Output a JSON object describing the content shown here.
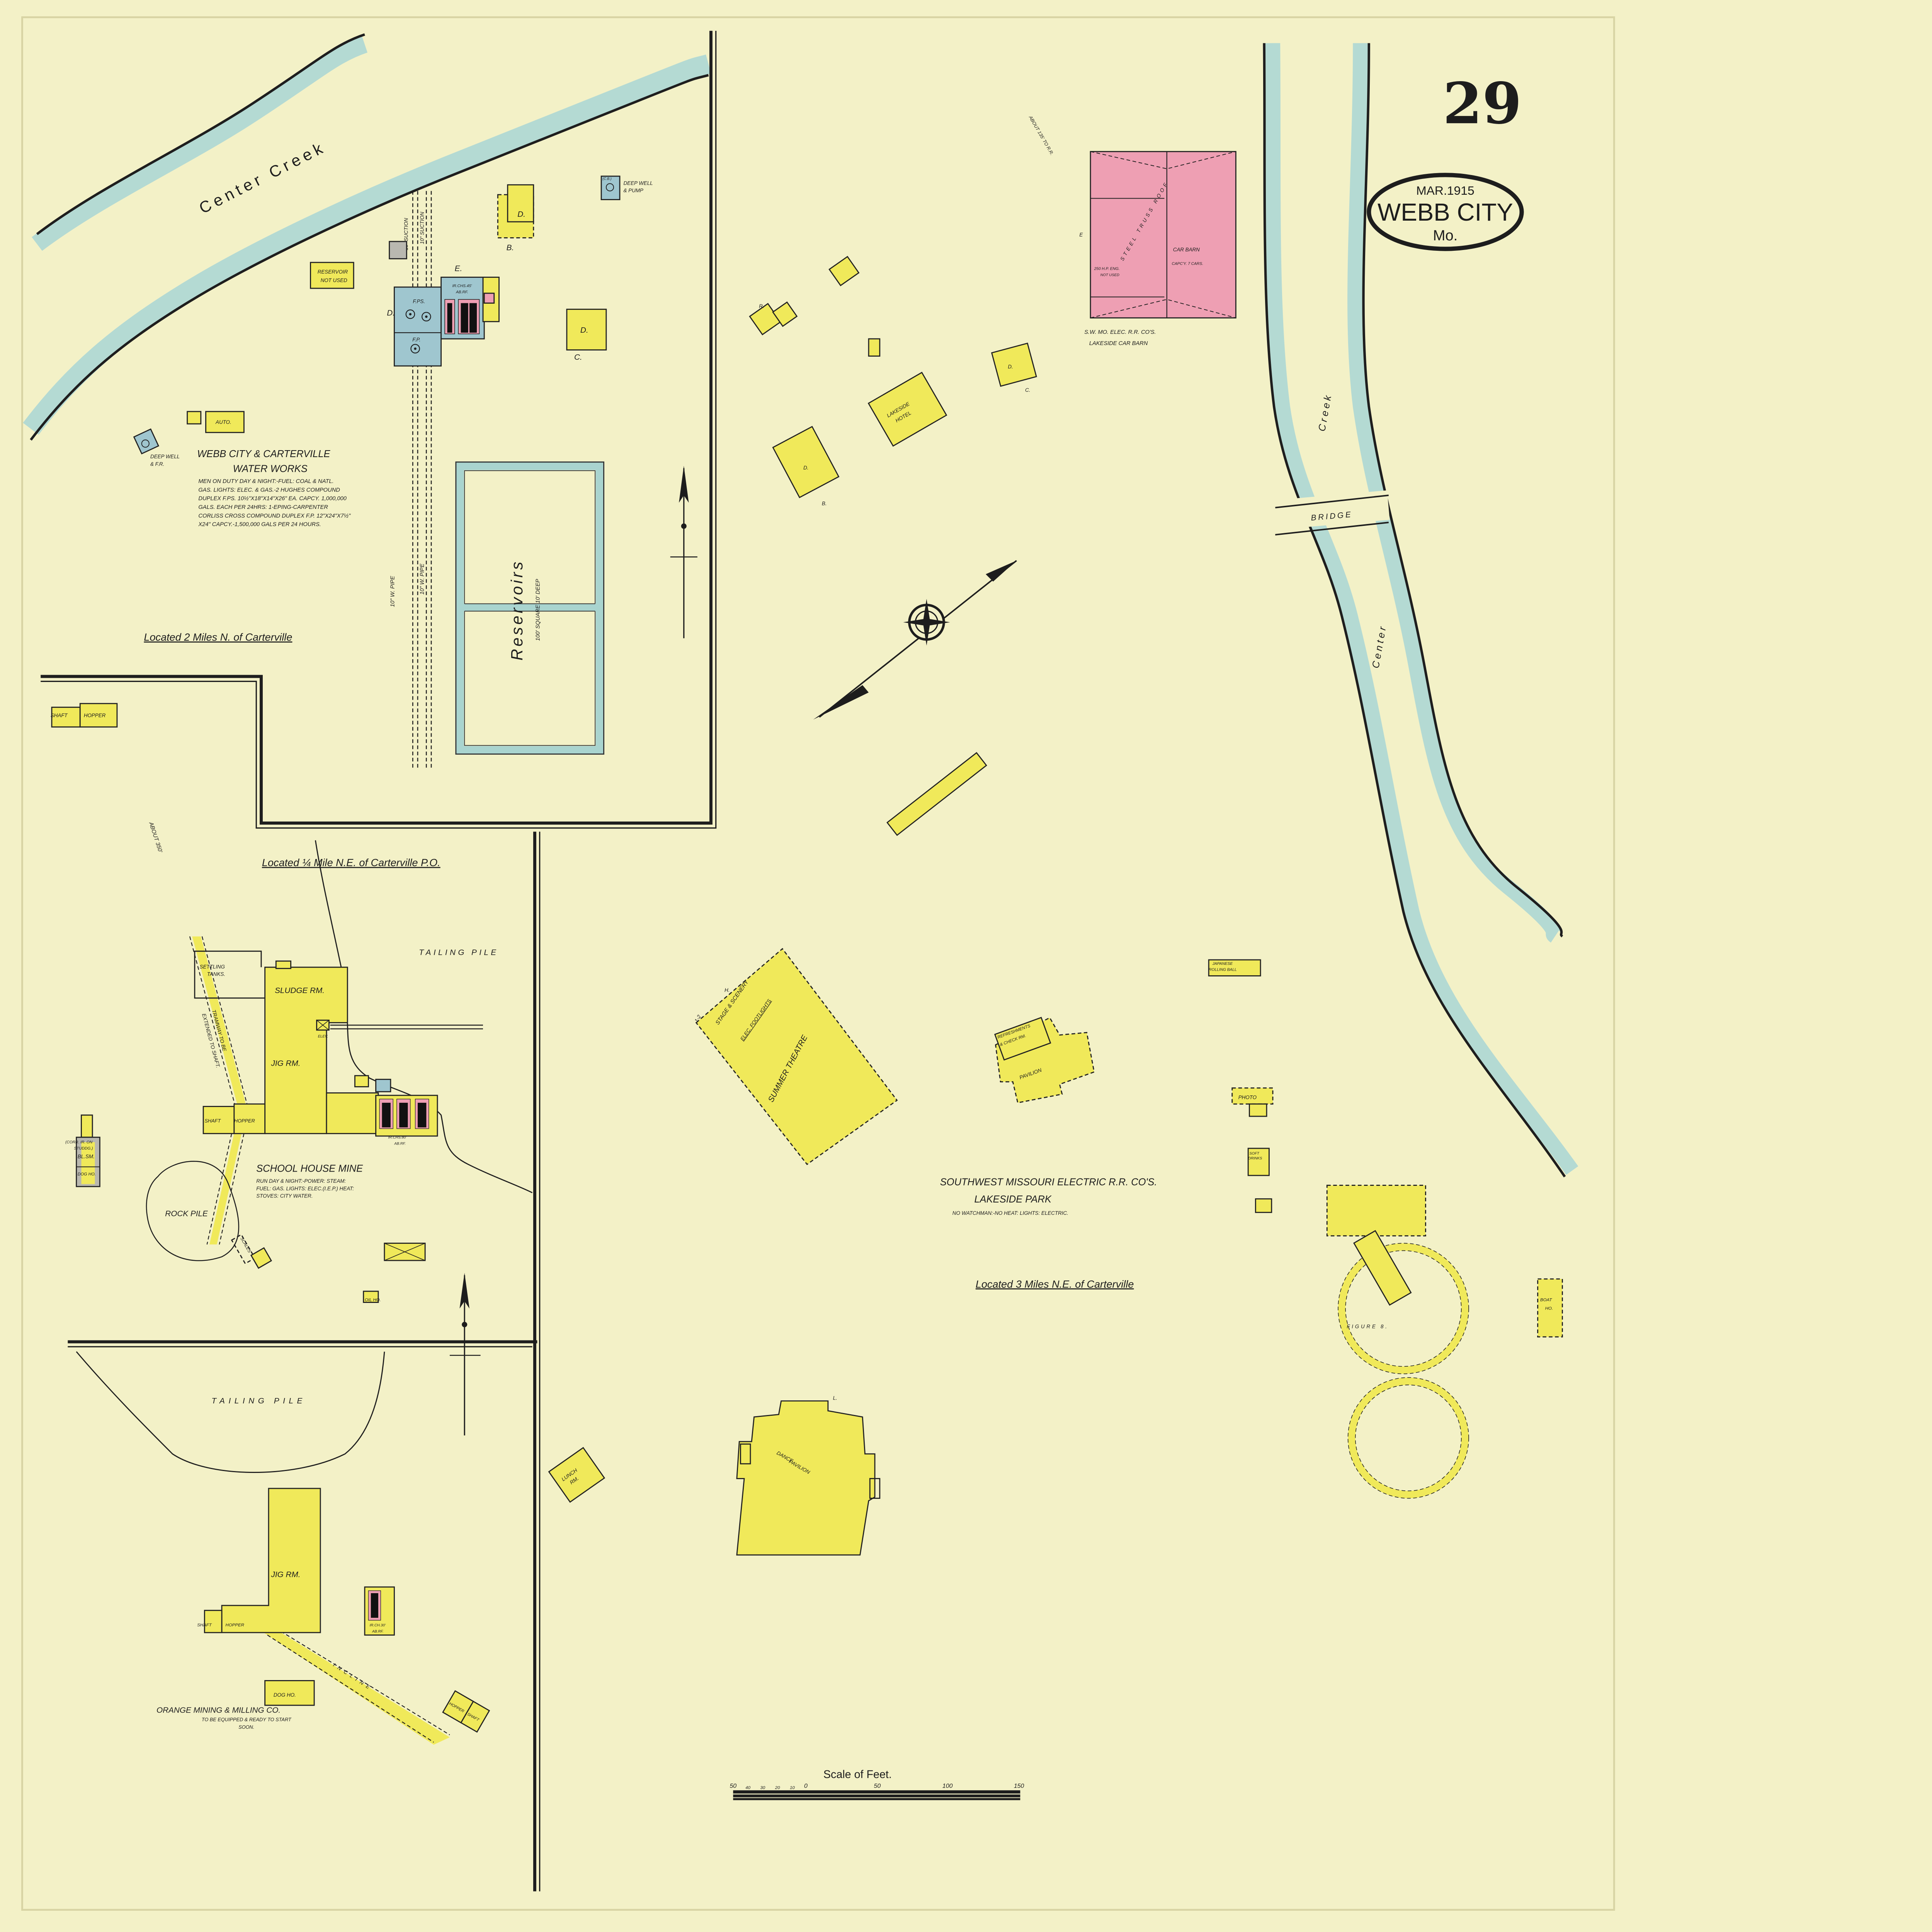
{
  "sheet": {
    "number": "29"
  },
  "title_cartouche": {
    "date": "MAR.1915",
    "city": "WEBB CITY",
    "state": "Mo."
  },
  "waterways": {
    "center_creek_nw": "Center  Creek",
    "creek_east_upper": "Creek",
    "creek_east_lower": "Center",
    "bridge": "BRIDGE"
  },
  "water_works": {
    "title_line1": "WEBB CITY & CARTERVILLE",
    "title_line2": "WATER WORKS",
    "notes": [
      "MEN ON DUTY DAY & NIGHT:-FUEL: COAL & NATL.",
      "GAS. LIGHTS: ELEC. & GAS.-2 HUGHES COMPOUND",
      "DUPLEX F.PS. 10½\"X18\"X14\"X26\" EA. CAPCY. 1,000,000",
      "GALS. EACH PER 24HRS: 1-EPING-CARPENTER",
      "CORLISS CROSS COMPOUND DUPLEX F.P. 12\"X24\"X7½\"",
      "X24\" CAPCY.-1,500,000 GALS PER 24 HOURS."
    ],
    "located": "Located 2 Miles N. of Carterville",
    "reservoirs": "Reservoirs",
    "reservoirs_note": "100' SQUARE 10' DEEP",
    "suction_1": "10\" SUCTION",
    "suction_2": "10\" SUCTION",
    "pipe_1": "10\" W. PIPE",
    "pipe_2": "10\" W. PIPE",
    "reservoir_not_used": [
      "RESERVOIR",
      "NOT USED"
    ],
    "auto": "AUTO.",
    "deep_well_fr": [
      "DEEP WELL",
      "& F.R."
    ],
    "deep_well_pump": [
      "DEEP WELL",
      "& PUMP"
    ],
    "cb": "(C.B.)",
    "fps": "F.PS.",
    "fp": "F.P.",
    "boilers": [
      "IR.CHS.45'",
      "AB.RF."
    ],
    "letters": {
      "d": "D.",
      "e": "E.",
      "b": "B.",
      "c": "C.",
      "dwelling": "D."
    }
  },
  "school_house_mine": {
    "located": "Located ¼ Mile N.E. of Carterville P.O.",
    "title": "SCHOOL HOUSE MINE",
    "notes": [
      "RUN DAY & NIGHT:-POWER: STEAM:",
      "FUEL: GAS. LIGHTS: ELEC.(I.E.P.) HEAT:",
      "STOVES: CITY WATER."
    ],
    "tailing_pile": "TAILING PILE",
    "settling_tanks": [
      "SETTLING",
      "TANKS."
    ],
    "sludge_rm": "SLUDGE RM.",
    "jig_rm": "JIG RM.",
    "elev": "ELEV.",
    "shaft": "SHAFT",
    "hopper": "HOPPER",
    "boilers": [
      "IR.CHS.80'",
      "AB.RF."
    ],
    "tramway": [
      "TRAMWAY TO BE",
      "EXTENDED TO SHAFT."
    ],
    "rock_pile": "ROCK PILE",
    "scales": "SCALES",
    "oil_ho": "OIL HO.",
    "about_350": "ABOUT 350'",
    "shaft_hopper_nw": [
      "SHAFT",
      "HOPPER"
    ],
    "blacksmith": [
      "(CORR. IR. ON",
      "STUDDG.)",
      "BL.SM.",
      "DOG HO."
    ]
  },
  "orange_mining": {
    "title": "ORANGE MINING & MILLING CO.",
    "notes": [
      "TO BE EQUIPPED & READY TO START",
      "SOON."
    ],
    "tailing_pile": "TAILING PILE",
    "jig_rm": "JIG RM.",
    "shaft": "SHAFT",
    "hopper": "HOPPER",
    "boiler": [
      "IR.CH.30'",
      "AB.RF."
    ],
    "incline": "INCLINE",
    "dog_ho": "DOG HO.",
    "hopper_se": "HOPPER",
    "shaft_se": "SHAFT"
  },
  "lakeside_park": {
    "title_line1": "SOUTHWEST MISSOURI ELECTRIC R.R. CO'S.",
    "title_line2": "LAKESIDE PARK",
    "notes": "NO WATCHMAN:-NO HEAT: LIGHTS: ELECTRIC.",
    "located": "Located 3 Miles N.E. of Carterville",
    "about_135": "ABOUT 135' TO R.R.",
    "car_barn": {
      "owner": "S.W. MO. ELEC. R.R. CO'S.",
      "name": "LAKESIDE CAR BARN",
      "roof": "STEEL TRUSS ROOF",
      "label": "CAR BARN",
      "capacity": "CAPC'Y. 7 CARS.",
      "engine": [
        "250 H.P. ENG.",
        "NOT USED"
      ],
      "e": "E"
    },
    "lakeside_hotel": [
      "LAKESIDE",
      "HOTEL"
    ],
    "summer_theatre": "SUMMER THEATRE",
    "stage": "STAGE & SCENERY",
    "footlights": "ELEC. FOOTLIGHTS",
    "theatre_h": "H.",
    "theatre_stories": "1-2",
    "refreshments": [
      "REFRESHMENTS",
      "& CHECK RM."
    ],
    "pavilion": "PAVILION",
    "japanese_rolling_ball": [
      "JAPANESE",
      "ROLLING BALL"
    ],
    "photo": "PHOTO",
    "soft_drinks": [
      "SOFT",
      "DRINKS"
    ],
    "figure_8": "FIGURE  8.",
    "boat_ho": [
      "BOAT",
      "HO."
    ],
    "dance_pavilion": [
      "DANCE",
      "PAVILION"
    ],
    "dance_l": "L.",
    "lunch_rm": [
      "LUNCH",
      "RM."
    ],
    "letters": {
      "r": "R.",
      "d": "D.",
      "c": "C.",
      "b": "B."
    }
  },
  "scale": {
    "title": "Scale of Feet.",
    "ticks": [
      "50",
      "40",
      "30",
      "20",
      "10",
      "0",
      "50",
      "100",
      "150"
    ]
  },
  "colors": {
    "paper": "#f3f1c7",
    "frame_yellow": "#f0e95a",
    "brick_pink": "#ee9fb3",
    "stone_blue": "#9fc6cf",
    "water": "#b4dad3"
  }
}
